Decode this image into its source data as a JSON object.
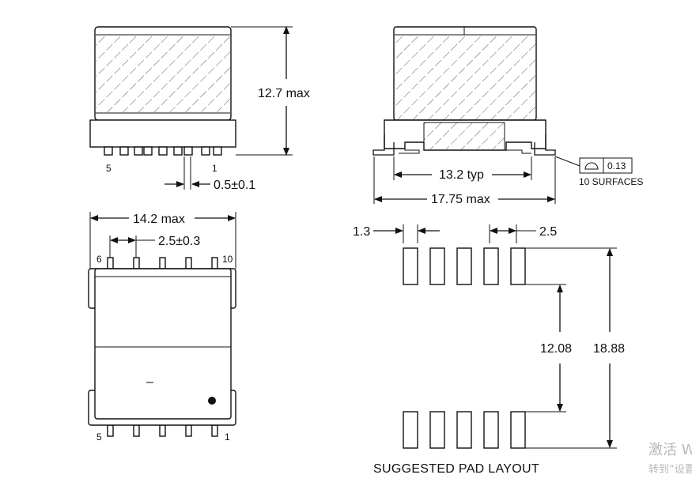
{
  "views": {
    "side": {
      "height_label": "12.7 max",
      "pin_left_label": "5",
      "pin_right_label": "1",
      "pin_width_label": "0.5±0.1"
    },
    "front": {
      "inner_label": "13.2 typ",
      "overall_label": "17.75 max",
      "flatness_value": "0.13",
      "flatness_note": "10 SURFACES"
    },
    "top": {
      "width_label": "14.2 max",
      "pitch_label": "2.5±0.3",
      "pin_top_left": "6",
      "pin_top_right": "10",
      "pin_bottom_left": "5",
      "pin_bottom_right": "1",
      "center_mark": "–"
    },
    "pads": {
      "pad_width_label": "1.3",
      "pad_pitch_label": "2.5",
      "inner_span_label": "12.08",
      "outer_span_label": "18.88",
      "caption": "SUGGESTED PAD LAYOUT",
      "pad_count_per_row": 5
    }
  },
  "watermark": {
    "line1": "激活 W",
    "line2": "转到“设置"
  }
}
